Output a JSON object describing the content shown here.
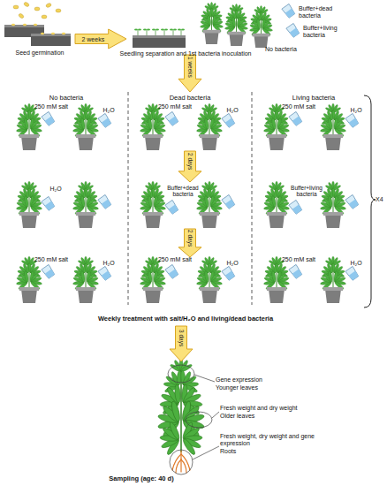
{
  "diagram": {
    "nodes": [
      {
        "text": [
          "2 weeks"
        ]
      },
      {
        "text": [
          "1 weeks"
        ]
      },
      {
        "text": [
          "2 days"
        ]
      },
      {
        "text": [
          "2 days"
        ]
      },
      {
        "text": [
          "3 days"
        ]
      }
    ],
    "labels": [
      "Seed germination",
      "Seedling separation and 1st bacteria inoculation",
      "Buffer+dead bacteria",
      "Buffer+living bacteria",
      "No bacteria",
      "No bacteria",
      "Dead bacteria",
      "Living bacteria",
      "250 mM salt",
      "H₂O",
      "250 mM salt",
      "H₂O",
      "250 mM salt",
      "H₂O",
      "H₂O",
      "Buffer+dead bacteria",
      "Buffer+living bacteria",
      "250 mM salt",
      "H₂O",
      "250 mM salt",
      "H₂O",
      "250 mM salt",
      "H₂O",
      "X4",
      "Weekly treatment with salt/H₂O and living/dead bacteria",
      "Gene expression",
      "Younger leaves",
      "Fresh weight and dry weight",
      "Older leaves",
      "Fresh weight, dry weight and gene expression",
      "Roots",
      "Sampling (age: 40 d)"
    ]
  }
}
